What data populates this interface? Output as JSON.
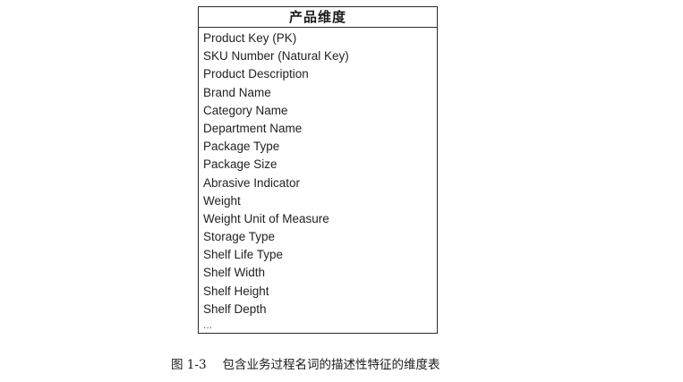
{
  "table": {
    "title": "产品维度",
    "attributes": [
      "Product Key (PK)",
      "SKU Number (Natural Key)",
      "Product Description",
      "Brand Name",
      "Category Name",
      "Department Name",
      "Package Type",
      "Package Size",
      "Abrasive Indicator",
      "Weight",
      "Weight Unit of Measure",
      "Storage Type",
      "Shelf Life Type",
      "Shelf Width",
      "Shelf Height",
      "Shelf Depth"
    ],
    "ellipsis": "..."
  },
  "caption": {
    "figure_number": "图 1-3",
    "text": "包含业务过程名词的描述性特征的维度表"
  }
}
